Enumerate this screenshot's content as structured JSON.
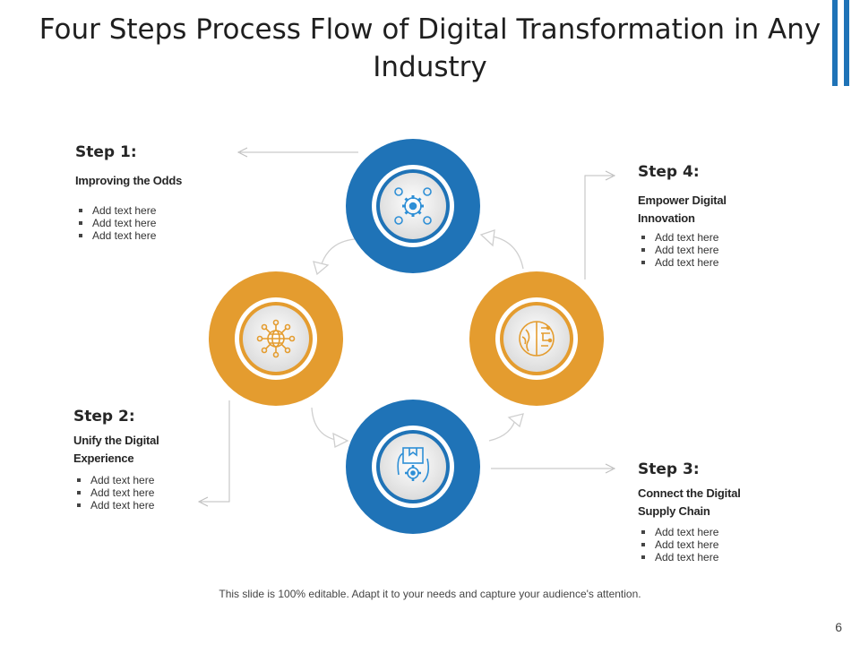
{
  "title": "Four Steps Process Flow of Digital Transformation in Any Industry",
  "colors": {
    "blue": "#1f73b7",
    "orange": "#e49c2f",
    "arrow": "#c9c9c9"
  },
  "steps": [
    {
      "heading": "Step 1:",
      "subtitle": "Improving the Odds",
      "icon": "gear-network-icon",
      "bullets": [
        "Add text here",
        "Add text here",
        "Add text here"
      ]
    },
    {
      "heading": "Step 2:",
      "subtitle": "Unify the Digital Experience",
      "icon": "globe-network-icon",
      "bullets": [
        "Add text here",
        "Add text here",
        "Add text here"
      ]
    },
    {
      "heading": "Step 3:",
      "subtitle": "Connect the Digital Supply Chain",
      "icon": "package-gear-icon",
      "bullets": [
        "Add text here",
        "Add text here",
        "Add text here"
      ]
    },
    {
      "heading": "Step 4:",
      "subtitle": "Empower Digital Innovation",
      "icon": "digital-brain-icon",
      "bullets": [
        "Add text here",
        "Add text here",
        "Add text here"
      ]
    }
  ],
  "footer": "This slide is 100% editable. Adapt it to your needs and capture your audience's attention.",
  "page_number": "6"
}
